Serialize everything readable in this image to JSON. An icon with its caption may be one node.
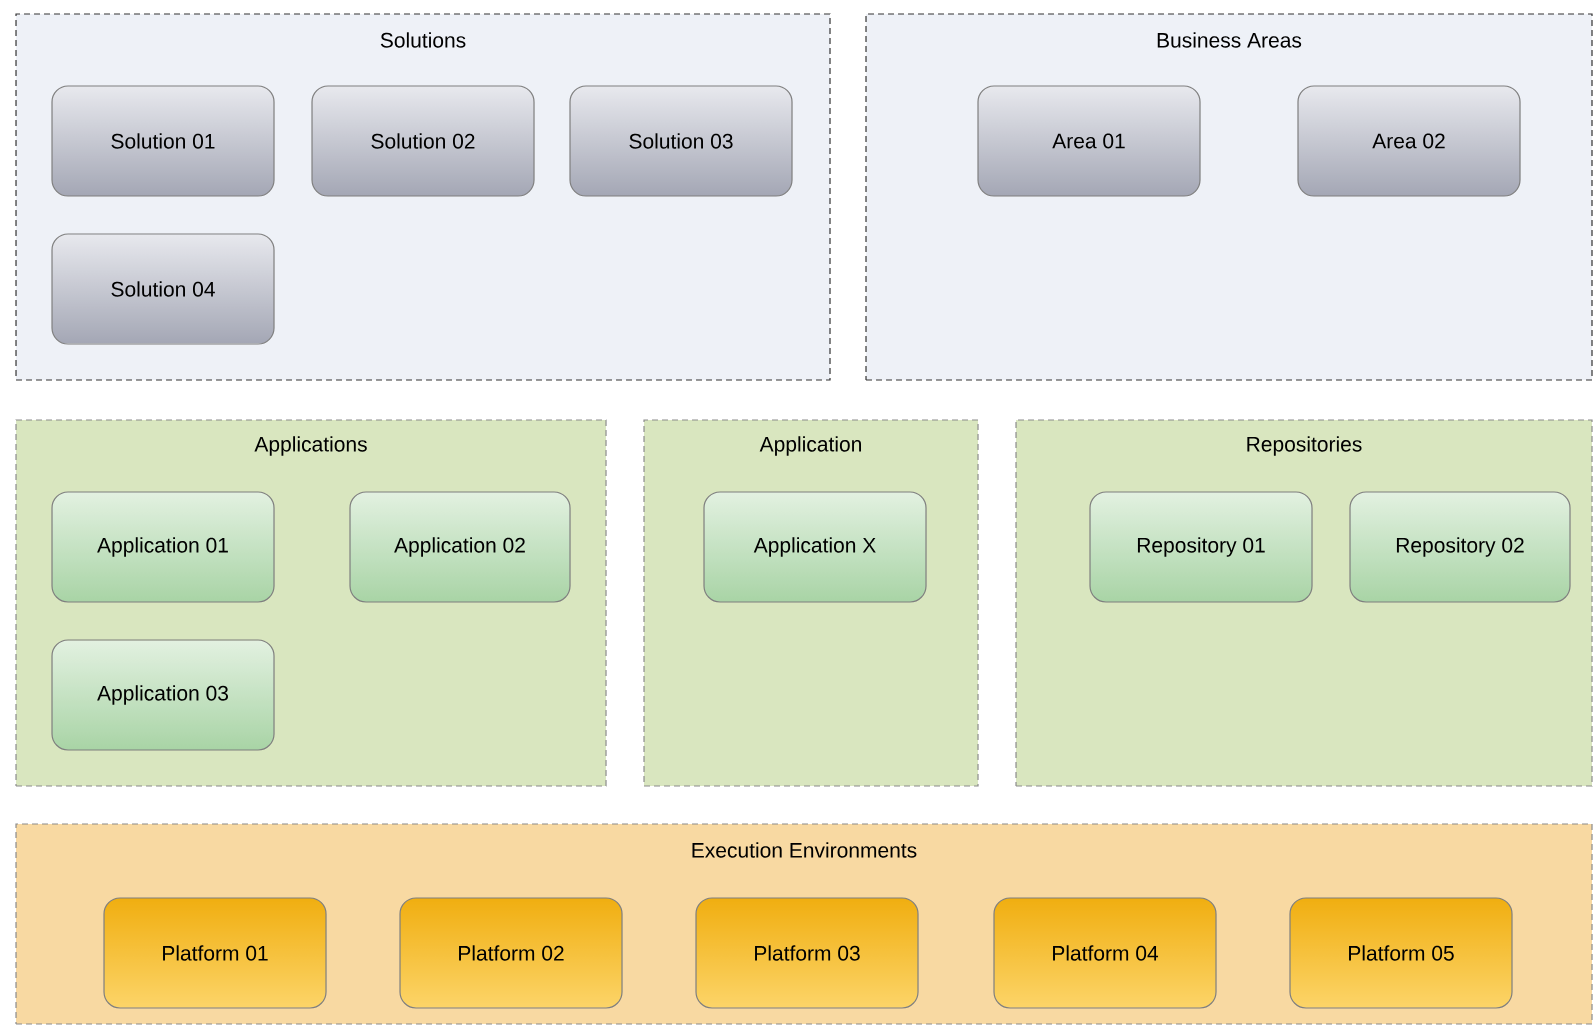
{
  "diagram": {
    "nodes": [
      {
        "text": [
          "Solutions"
        ]
      },
      {
        "text": [
          "Solution 01"
        ],
        "in": 0
      },
      {
        "text": [
          "Solution 02"
        ],
        "in": 0
      },
      {
        "text": [
          "Solution 03"
        ],
        "in": 0
      },
      {
        "text": [
          "Solution 04"
        ],
        "in": 0
      },
      {
        "text": [
          "Business Areas"
        ]
      },
      {
        "text": [
          "Area 01"
        ],
        "in": 5
      },
      {
        "text": [
          "Area 02"
        ],
        "in": 5
      },
      {
        "text": [
          "Applications"
        ]
      },
      {
        "text": [
          "Application 01"
        ],
        "in": 8
      },
      {
        "text": [
          "Application 02"
        ],
        "in": 8
      },
      {
        "text": [
          "Application 03"
        ],
        "in": 8
      },
      {
        "text": [
          "Application"
        ]
      },
      {
        "text": [
          "Application X"
        ],
        "in": 12
      },
      {
        "text": [
          "Repositories"
        ]
      },
      {
        "text": [
          "Repository 01"
        ],
        "in": 14
      },
      {
        "text": [
          "Repository 02"
        ],
        "in": 14
      },
      {
        "text": [
          "Execution Environments"
        ]
      },
      {
        "text": [
          "Platform 01"
        ],
        "in": 17
      },
      {
        "text": [
          "Platform 02"
        ],
        "in": 17
      },
      {
        "text": [
          "Platform 03"
        ],
        "in": 17
      },
      {
        "text": [
          "Platform 04"
        ],
        "in": 17
      },
      {
        "text": [
          "Platform 05"
        ],
        "in": 17
      }
    ]
  }
}
